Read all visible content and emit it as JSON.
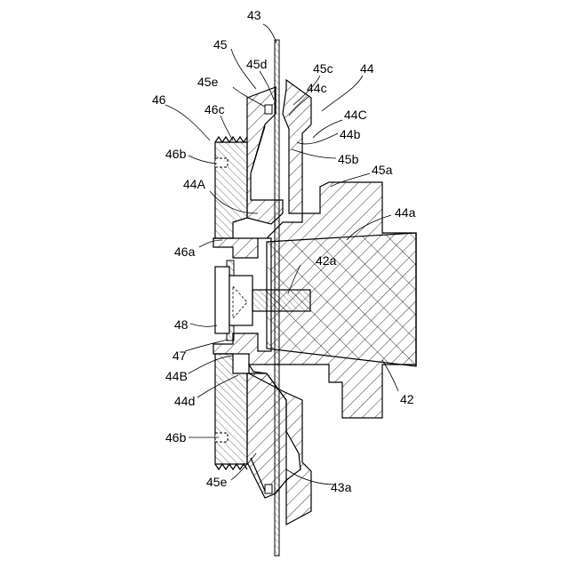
{
  "labels": {
    "l43": "43",
    "l45": "45",
    "l45d": "45d",
    "l45c": "45c",
    "l44": "44",
    "l45e_top": "45e",
    "l44c": "44c",
    "l46": "46",
    "l46c": "46c",
    "l44C": "44C",
    "l44b": "44b",
    "l46b_top": "46b",
    "l45b": "45b",
    "l45a": "45a",
    "l44A": "44A",
    "l44a": "44a",
    "l46a": "46a",
    "l42a": "42a",
    "l48": "48",
    "l47": "47",
    "l44B": "44B",
    "l42": "42",
    "l44d": "44d",
    "l46b_bot": "46b",
    "l45e_bot": "45e",
    "l43a": "43a"
  },
  "colors": {
    "line": "#000000",
    "background": "#ffffff"
  }
}
